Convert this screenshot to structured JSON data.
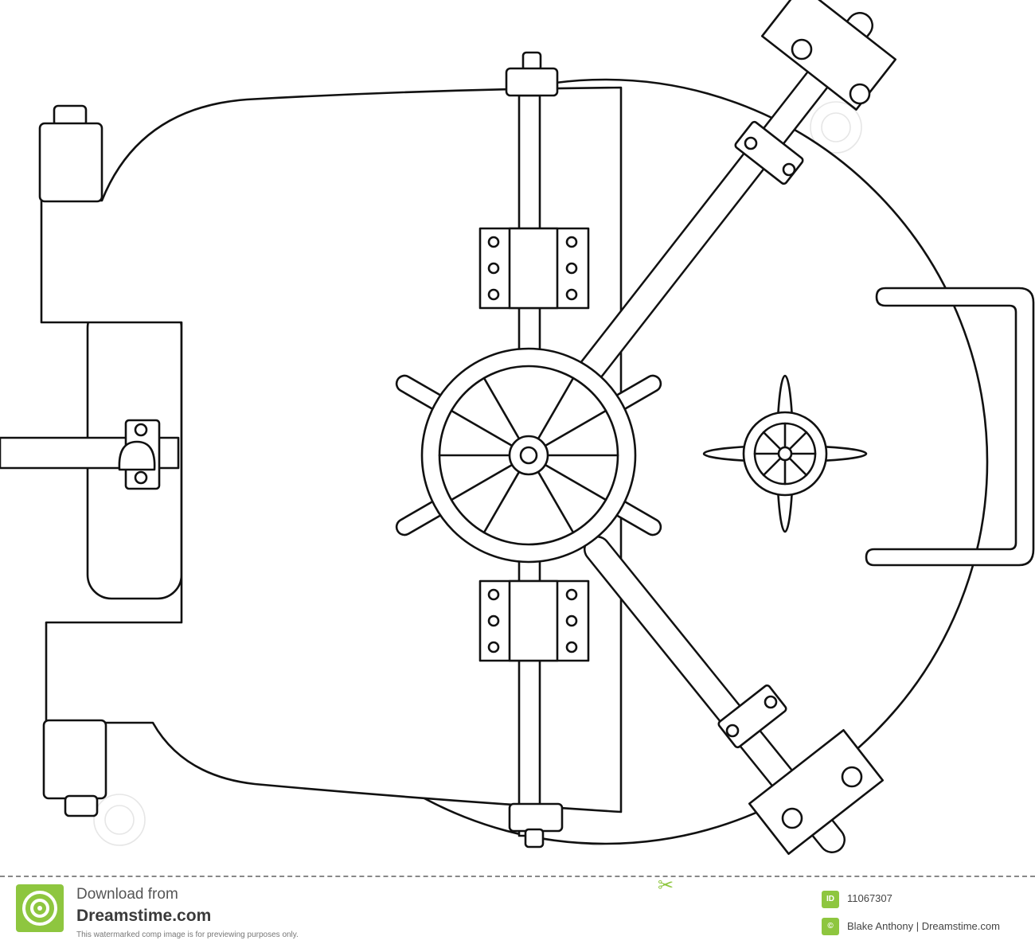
{
  "illustration": {
    "subject": "bank-vault-door"
  },
  "footer": {
    "download_label": "Download from",
    "brand": "Dreamstime.com",
    "disclaimer": "This watermarked comp image is for previewing purposes only.",
    "id_badge": "ID",
    "image_id": "11067307",
    "copyright_badge": "©",
    "credit": "Blake Anthony | Dreamstime.com"
  },
  "colors": {
    "line": "#111111",
    "background": "#ffffff",
    "brand_green": "#8ec63f"
  }
}
